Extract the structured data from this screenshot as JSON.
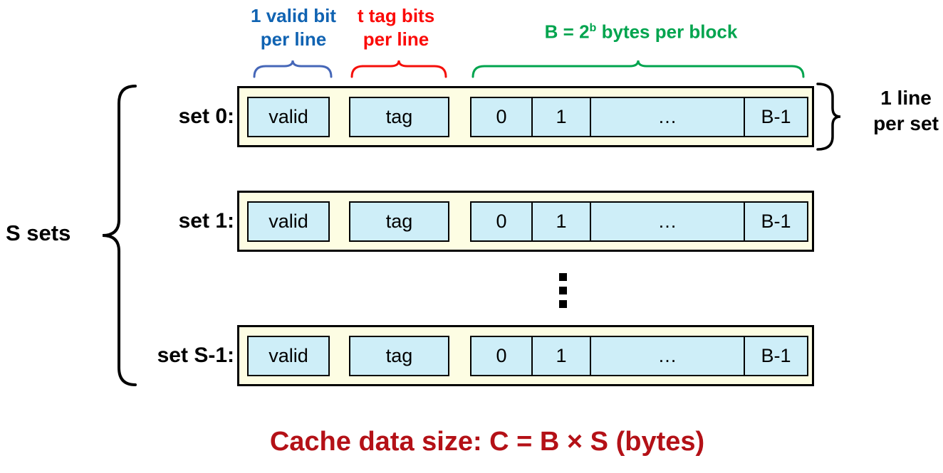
{
  "annotations": {
    "valid": {
      "line1": "1 valid bit",
      "line2": "per line",
      "text_color": "#1063B2",
      "brace_color": "#4667B8"
    },
    "tag": {
      "line1": "t tag bits",
      "line2": "per line",
      "text_color": "#FB0A08",
      "brace_color": "#F50F0A"
    },
    "block": {
      "prefix": "B = 2",
      "superscript": "b",
      "suffix": " bytes per block",
      "text_color": "#00A44E",
      "brace_color": "#00A44E"
    }
  },
  "left_label": "S sets",
  "right_label": {
    "line1": "1 line",
    "line2": "per set"
  },
  "sets": [
    {
      "label": "set 0:",
      "valid": "valid",
      "tag": "tag",
      "block_cells": [
        "0",
        "1",
        "…",
        "B-1"
      ]
    },
    {
      "label": "set 1:",
      "valid": "valid",
      "tag": "tag",
      "block_cells": [
        "0",
        "1",
        "…",
        "B-1"
      ]
    },
    {
      "label": "set S-1:",
      "valid": "valid",
      "tag": "tag",
      "block_cells": [
        "0",
        "1",
        "…",
        "B-1"
      ]
    }
  ],
  "caption": {
    "text": "Cache data size: C = B × S (bytes)",
    "color": "#B41117"
  },
  "colors": {
    "background": "#FFFFFF",
    "row_fill": "#FDFDE3",
    "cell_fill": "#CEEEF8",
    "border": "#000000",
    "set_label": "#000000"
  }
}
